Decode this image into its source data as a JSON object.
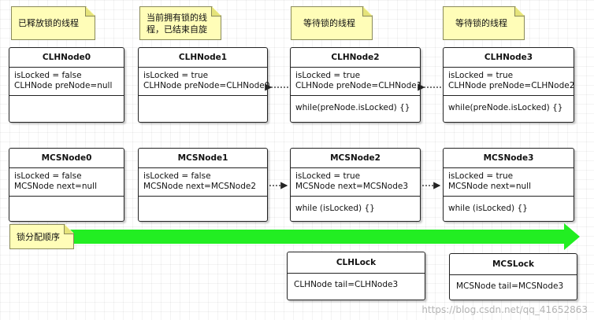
{
  "notes": [
    {
      "text": "已释放锁的线程"
    },
    {
      "text": "当前拥有锁的线程，已结束自旋"
    },
    {
      "text": "等待锁的线程"
    },
    {
      "text": "等待锁的线程"
    }
  ],
  "clh_nodes": [
    {
      "title": "CLHNode0",
      "fields": [
        "isLocked = false",
        "CLHNode preNode=null"
      ],
      "method": ""
    },
    {
      "title": "CLHNode1",
      "fields": [
        "isLocked = true",
        "CLHNode preNode=CLHNode0"
      ],
      "method": ""
    },
    {
      "title": "CLHNode2",
      "fields": [
        "isLocked = true",
        "CLHNode preNode=CLHNode1"
      ],
      "method": "while(preNode.isLocked) {}"
    },
    {
      "title": "CLHNode3",
      "fields": [
        "isLocked = true",
        "CLHNode preNode=CLHNode2"
      ],
      "method": "while(preNode.isLocked) {}"
    }
  ],
  "mcs_nodes": [
    {
      "title": "MCSNode0",
      "fields": [
        "isLocked = false",
        "MCSNode next=null"
      ],
      "method": ""
    },
    {
      "title": "MCSNode1",
      "fields": [
        "isLocked = false",
        "MCSNode next=MCSNode2"
      ],
      "method": ""
    },
    {
      "title": "MCSNode2",
      "fields": [
        "isLocked = true",
        "MCSNode next=MCSNode3"
      ],
      "method": "while (isLocked) {}"
    },
    {
      "title": "MCSNode3",
      "fields": [
        "isLocked = true",
        "MCSNode next=null"
      ],
      "method": "while (isLocked) {}"
    }
  ],
  "order_label": "锁分配顺序",
  "clh_lock": {
    "title": "CLHLock",
    "field": "CLHNode tail=CLHNode3"
  },
  "mcs_lock": {
    "title": "MCSLock",
    "field": "MCSNode tail=MCSNode3"
  },
  "watermark": "https://blog.csdn.net/qq_41652863",
  "colors": {
    "note_bg": "#fffdb8",
    "order_arrow": "#22ee22"
  }
}
